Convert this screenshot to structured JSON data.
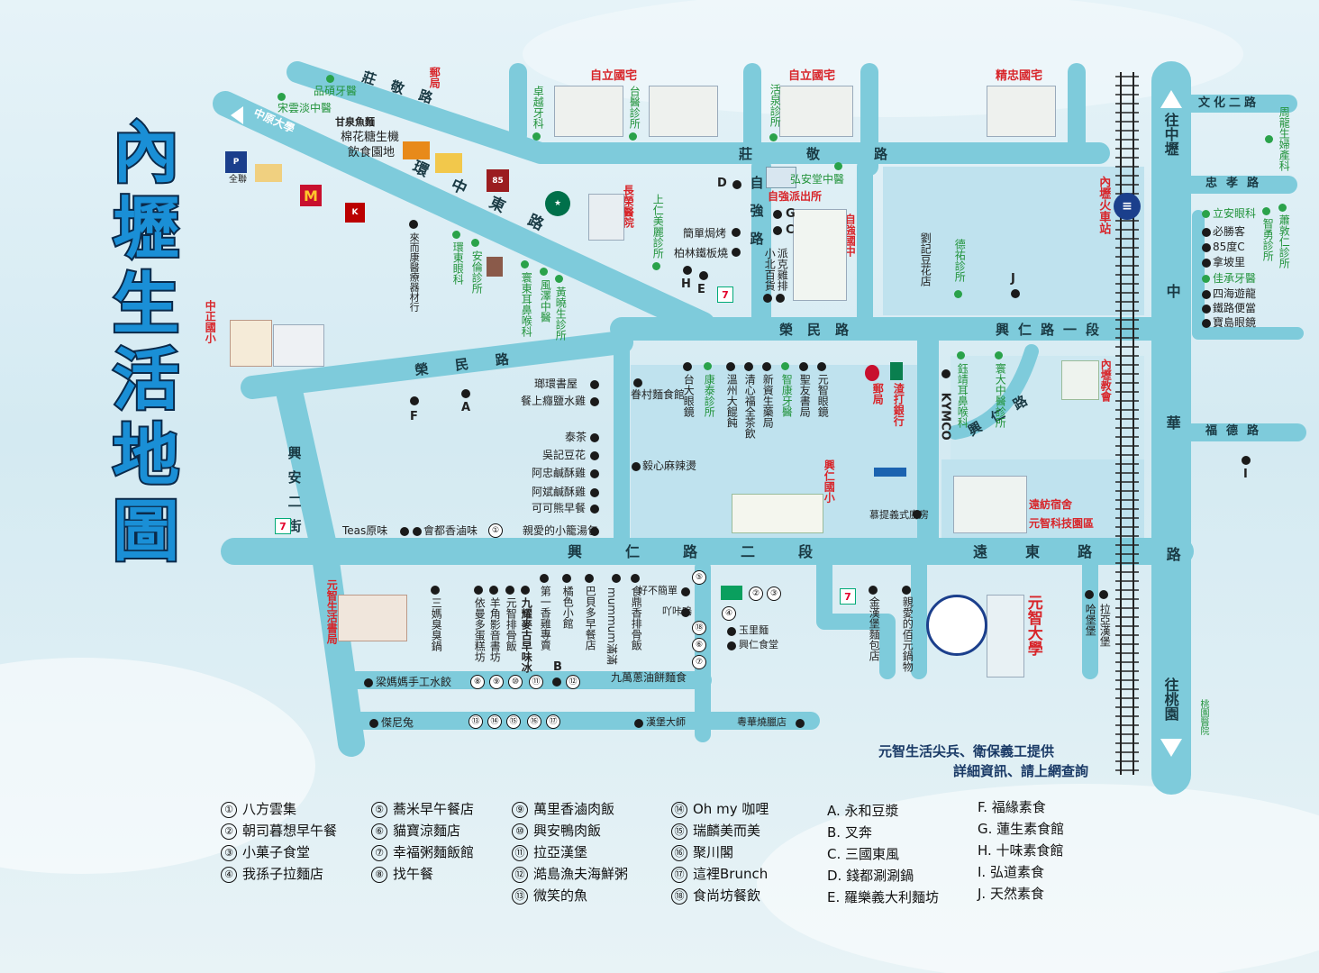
{
  "title": [
    "內",
    "壢",
    "生",
    "活",
    "地",
    "圖"
  ],
  "roads": {
    "zhuangjing1": "莊敬路",
    "zhuangjing2": "莊敬路",
    "huanzhongdong": "環中東路",
    "rongmin1": "榮民路",
    "rongmin2": "榮民路",
    "xingren1": "興仁路一段",
    "xingren2": "興仁路二段",
    "xingrenpart": "興仁路",
    "xingan2": "興安二街",
    "ziqiang": "自強路",
    "yuandong": "遠東路",
    "zhonghua": "中華路",
    "fude": "福德路",
    "zhongxiao": "忠孝路",
    "wenhua2": "文化二路"
  },
  "directions": {
    "to_zhongli": "往中壢",
    "to_taoyuan": "往桃園",
    "to_cyu": "中原大學"
  },
  "landmarks": {
    "post_office_top": "郵局",
    "ziliguozhai1": "自立國宅",
    "ziliguozhai2": "自立國宅",
    "jingzhong": "精忠國宅",
    "neili_station": "內壢火車站",
    "zhongzheng": "中正國小",
    "ziqiang_police": "自強派出所",
    "ziqiang_jh": "自強國中",
    "changrong": "長榮醫院",
    "xingren_es": "興仁國小",
    "post_office": "郵局",
    "chartered": "渣打銀行",
    "kymco": "KYMCO",
    "neili_church": "內壢教會",
    "yuanfang": "遠紡宿舍",
    "yuanzhi_park": "元智科技園區",
    "yuanzhi_u": "元智大學",
    "yuanzhi_life": "元智生活書局",
    "quanlian": "全聯",
    "taoyuan_hospital": "桃園醫院",
    "credit": "元智生活尖兵、衛保義工提供",
    "credit2": "詳細資訊、請上網查詢"
  },
  "places": {
    "pinshuo": "品碩牙醫",
    "songyun": "宋雲淡中醫",
    "ganquan": "甘泉魚麵",
    "mianhua": "棉花糖生機",
    "yinshi": "飲食園地",
    "zhuoyue": "卓越牙科",
    "taiyi": "台醫診所",
    "huoquan": "活泉診所",
    "hongan": "弘安堂中醫",
    "lairen": "來而康醫療器材行",
    "huandong": "環東眼科",
    "anlun": "安倫診所",
    "huandong_ent": "寰東耳鼻喉科",
    "fengze": "風澤中醫",
    "huangxiao": "黃曉生診所",
    "shangren": "上仁美麗診所",
    "jiandan": "簡單焗烤",
    "bolin": "柏林鐵板燒",
    "xiaobei": "小北百貨",
    "paike": "派克雞排",
    "liuji": "劉記豆花店",
    "dehu": "德祐診所",
    "lixin": "立安眼科",
    "bishengke": "必勝客",
    "c85": "85度C",
    "napoli": "拿坡里",
    "jiacheng": "佳承牙醫",
    "sihai": "四海遊龍",
    "tiedao": "鐵路便當",
    "baodao": "寶島眼鏡",
    "zhiyong": "智勇診所",
    "jiangren": "蕭敦仁診所",
    "zhoulong": "周龍生婦產科",
    "langhuan": "瑯環書屋",
    "canshang": "餐上癮鹽水雞",
    "juncun": "眷村麵食館",
    "taida": "台大眼鏡",
    "kangtai": "康泰診所",
    "wenzhou": "溫州大餛飩",
    "qingxin": "清心福全茶飲",
    "xinsheng": "新資生藥局",
    "zhikang": "智康牙醫",
    "shengyou": "聖友書局",
    "yuanzhi_glasses": "元智眼鏡",
    "taicha": "泰茶",
    "wuji": "吳記豆花",
    "azhong": "阿忠鹹酥雞",
    "abin": "阿斌鹹酥雞",
    "kekexiong": "可可熊早餐",
    "yixin": "毅心麻辣燙",
    "teas": "Teas原味",
    "huidu": "會都香滷味",
    "qinai_xiaolong": "親愛的小籠湯包",
    "moti": "慕提義式廚房",
    "jinzai": "鈺靖耳鼻喉科",
    "huanda": "寰大中醫診所",
    "sanma": "三媽臭臭鍋",
    "yiman": "依曼多蛋糕坊",
    "yangjiao": "羊角影音書坊",
    "yuanzhi_paigu": "元智排骨飯",
    "jiuyao": "九耀麥古早味冰",
    "diyi": "第一香雞專賣",
    "juse": "橘色小館",
    "babei": "巴貝多早餐店",
    "mumu": "mummum滿滿",
    "shiding": "食鼎香排骨飯",
    "haobujiandan": "好不簡單",
    "yeka": "吖咔嗚",
    "yuli": "玉里麵",
    "xingren_shitang": "興仁食堂",
    "jiuwan": "九萬蔥油餅麵食",
    "liangma": "梁媽媽手工水餃",
    "jieni": "傑尼兔",
    "hanbao": "漢堡大師",
    "yuehua": "粵華燒臘店",
    "jinshan": "金漢堡麵包店",
    "qinai_yuan": "親愛的佰元鍋物",
    "habao": "哈堡堡",
    "laya": "拉亞漢堡"
  },
  "letters": [
    "A",
    "B",
    "C",
    "D",
    "E",
    "F",
    "G",
    "H",
    "I",
    "J"
  ],
  "legend_num": [
    [
      "①",
      "八方雲集"
    ],
    [
      "②",
      "朝司暮想早午餐"
    ],
    [
      "③",
      "小菓子食堂"
    ],
    [
      "④",
      "我孫子拉麵店"
    ],
    [
      "⑤",
      "蕎米早午餐店"
    ],
    [
      "⑥",
      "貓寶涼麵店"
    ],
    [
      "⑦",
      "幸福粥麵飯館"
    ],
    [
      "⑧",
      "找午餐"
    ],
    [
      "⑨",
      "萬里香滷肉飯"
    ],
    [
      "⑩",
      "興安鴨肉飯"
    ],
    [
      "⑪",
      "拉亞漢堡"
    ],
    [
      "⑫",
      "澔島漁夫海鮮粥"
    ],
    [
      "⑬",
      "微笑的魚"
    ],
    [
      "⑭",
      "Oh my 咖哩"
    ],
    [
      "⑮",
      "瑞麟美而美"
    ],
    [
      "⑯",
      "聚川閣"
    ],
    [
      "⑰",
      "這裡Brunch"
    ],
    [
      "⑱",
      "食尚坊餐飲"
    ]
  ],
  "legend_letter": [
    "A. 永和豆漿",
    "B. 叉奔",
    "C. 三國東風",
    "D. 錢都涮涮鍋",
    "E. 羅樂義大利麵坊",
    "F. 福緣素食",
    "G. 蓮生素食館",
    "H. 十味素食館",
    "I.  弘道素食",
    "J. 天然素食"
  ],
  "colors": {
    "road": "#7ecbdb",
    "block": "#bfe2ee",
    "title": "#1a8fd6",
    "red": "#d8252a",
    "green": "#22933b"
  }
}
